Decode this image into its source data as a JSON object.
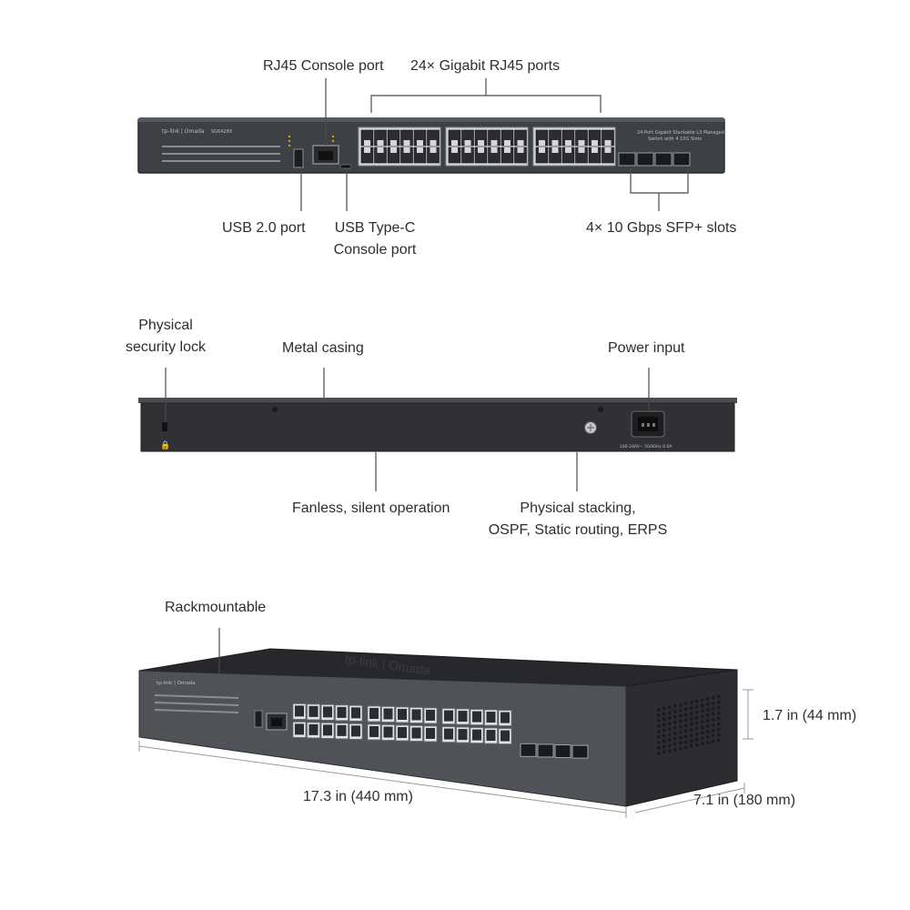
{
  "front_panel": {
    "labels": {
      "rj45_console": "RJ45 Console port",
      "gigabit_ports": "24× Gigabit RJ45 ports",
      "usb2": "USB 2.0 port",
      "usbc_line1": "USB Type-C",
      "usbc_line2": "Console port",
      "sfp": "4× 10 Gbps SFP+ slots"
    },
    "device_text": {
      "brand": "tp-link | Omada",
      "model": "SG6428X",
      "description_line1": "24-Port Gigabit Stackable L3 Managed",
      "description_line2": "Switch with 4 10G Slots"
    }
  },
  "rear_panel": {
    "labels": {
      "lock_line1": "Physical",
      "lock_line2": "security lock",
      "metal_casing": "Metal casing",
      "power_input": "Power input",
      "fanless": "Fanless, silent operation",
      "stacking_line1": "Physical stacking,",
      "stacking_line2": "OSPF, Static routing, ERPS"
    },
    "device_text": {
      "power_rating": "100-240V~ 50/60Hz 0.6A"
    }
  },
  "dimensions": {
    "labels": {
      "rackmountable": "Rackmountable",
      "height": "1.7 in (44 mm)",
      "width": "17.3 in (440 mm)",
      "depth": "7.1 in (180 mm)"
    }
  },
  "colors": {
    "chassis": "#3d4044",
    "chassis_dark": "#2a2c2f",
    "callout_line": "#4a4a4a",
    "label_text": "#2e2e2e"
  }
}
